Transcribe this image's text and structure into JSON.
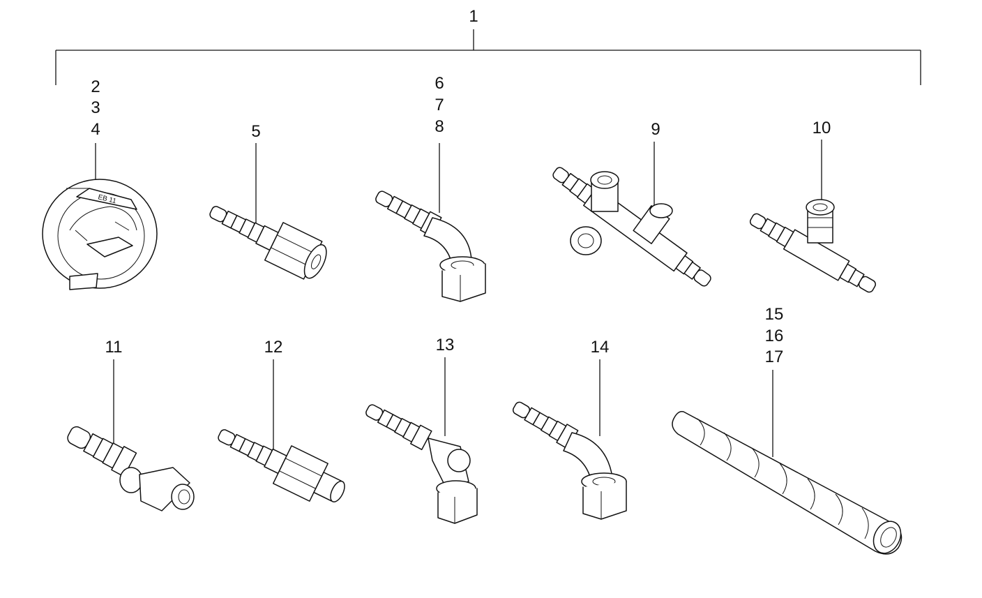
{
  "labels": {
    "top": "1",
    "clamp": [
      "2",
      "3",
      "4"
    ],
    "p5": "5",
    "p678": [
      "6",
      "7",
      "8"
    ],
    "p9": "9",
    "p10": "10",
    "p11": "11",
    "p12": "12",
    "p13": "13",
    "p14": "14",
    "hose": [
      "15",
      "16",
      "17"
    ],
    "clamp_marking": "EB 11"
  }
}
